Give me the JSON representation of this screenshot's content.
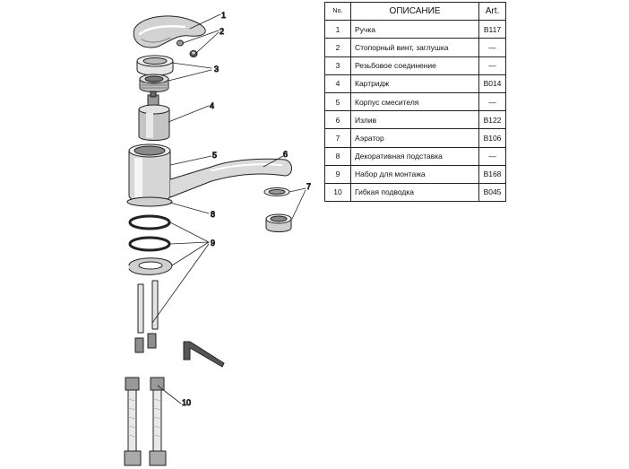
{
  "table": {
    "headers": {
      "no": "No.",
      "description": "ОПИСАНИЕ",
      "art": "Art."
    },
    "rows": [
      {
        "no": "1",
        "description": "Ручка",
        "art": "B117"
      },
      {
        "no": "2",
        "description": "Стопорный винт, заглушка",
        "art": "—"
      },
      {
        "no": "3",
        "description": "Резьбовое соединение",
        "art": "—"
      },
      {
        "no": "4",
        "description": "Картридж",
        "art": "B014"
      },
      {
        "no": "5",
        "description": "Корпус смесителя",
        "art": "—"
      },
      {
        "no": "6",
        "description": "Излив",
        "art": "B122"
      },
      {
        "no": "7",
        "description": "Аэратор",
        "art": "B106"
      },
      {
        "no": "8",
        "description": "Декоративная подставка",
        "art": "—"
      },
      {
        "no": "9",
        "description": "Набор для монтажа",
        "art": "B168"
      },
      {
        "no": "10",
        "description": "Гибкая подводка",
        "art": "B045"
      }
    ]
  },
  "callouts": [
    "1",
    "2",
    "3",
    "4",
    "5",
    "6",
    "7",
    "8",
    "9",
    "10"
  ]
}
